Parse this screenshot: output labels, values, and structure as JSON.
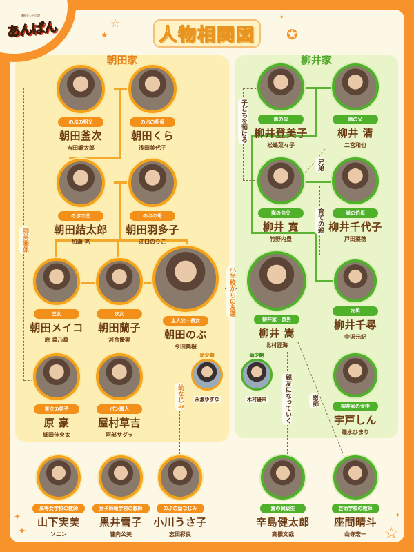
{
  "header": {
    "logo_text": "あんぱん",
    "logo_sub": "連続テレビ小説",
    "title": "人物相関図"
  },
  "colors": {
    "frame": "#f7932a",
    "asada_accent": "#f39019",
    "yanai_accent": "#4fb02a",
    "text": "#6a3a12"
  },
  "families": {
    "asada": {
      "title": "朝田家"
    },
    "yanai": {
      "title": "柳井家"
    }
  },
  "people": {
    "kamaji": {
      "role": "のぶの祖父",
      "name": "朝田釜次",
      "actor": "吉田鋼太郎"
    },
    "kura": {
      "role": "のぶの祖母",
      "name": "朝田くら",
      "actor": "浅田美代子"
    },
    "yuitaro": {
      "role": "のぶの父",
      "name": "朝田結太郎",
      "actor": "加瀬 亮"
    },
    "hatako": {
      "role": "のぶの母",
      "name": "朝田羽多子",
      "actor": "江口のりこ"
    },
    "meiko": {
      "role": "三女",
      "name": "朝田メイコ",
      "actor": "原 菜乃華"
    },
    "ranko": {
      "role": "次女",
      "name": "朝田蘭子",
      "actor": "河合優実"
    },
    "nobu": {
      "role": "主人公・長女",
      "name": "朝田のぶ",
      "actor": "今田美桜"
    },
    "go": {
      "role": "釜次の弟子",
      "name": "原 豪",
      "actor": "細田佳央太"
    },
    "sokichi": {
      "role": "パン職人",
      "name": "屋村草吉",
      "actor": "阿部サダヲ"
    },
    "tomiko": {
      "role": "嵩の母",
      "name": "柳井登美子",
      "actor": "松嶋菜々子"
    },
    "kiyoshi": {
      "role": "嵩の父",
      "name": "柳井 清",
      "actor": "二宮和也"
    },
    "hiroshi": {
      "role": "嵩の伯父",
      "name": "柳井 寛",
      "actor": "竹野内豊"
    },
    "chiyoko": {
      "role": "嵩の伯母",
      "name": "柳井千代子",
      "actor": "戸田菜穂"
    },
    "takashi": {
      "role": "柳井家・長男",
      "name": "柳井 嵩",
      "actor": "北村匠海"
    },
    "chihiro": {
      "role": "次男",
      "name": "柳井千尋",
      "actor": "中沢元紀"
    },
    "shin": {
      "role": "柳井家の女中",
      "name": "宇戸しん",
      "actor": "瞳水ひまり"
    },
    "yamashita": {
      "role": "高等女学校の教師",
      "name": "山下実美",
      "actor": "ソニン"
    },
    "kuroi": {
      "role": "女子師範学校の教師",
      "name": "黒井雪子",
      "actor": "瀧内公美"
    },
    "usako": {
      "role": "のぶの幼なじみ",
      "name": "小川うさ子",
      "actor": "志田彩良"
    },
    "karashima": {
      "role": "嵩の同級生",
      "name": "辛島健太郎",
      "actor": "高橋文哉"
    },
    "zama": {
      "role": "芸術学校の教師",
      "name": "座間晴斗",
      "actor": "山寺宏一"
    }
  },
  "children": {
    "nobu_young": {
      "tag": "幼少期",
      "actor": "永瀬ゆずな"
    },
    "takashi_young": {
      "tag": "幼少期",
      "actor": "木村優来"
    }
  },
  "relations": {
    "shitei": "師弟関係",
    "kodomo": "子どもを預ける",
    "kyodai": "兄弟",
    "sodate": "育ての親",
    "tomodachi": "小学校からの友達",
    "osananajimi": "幼なじみ",
    "shinyu": "親友になっていく",
    "onshi": "恩師"
  }
}
